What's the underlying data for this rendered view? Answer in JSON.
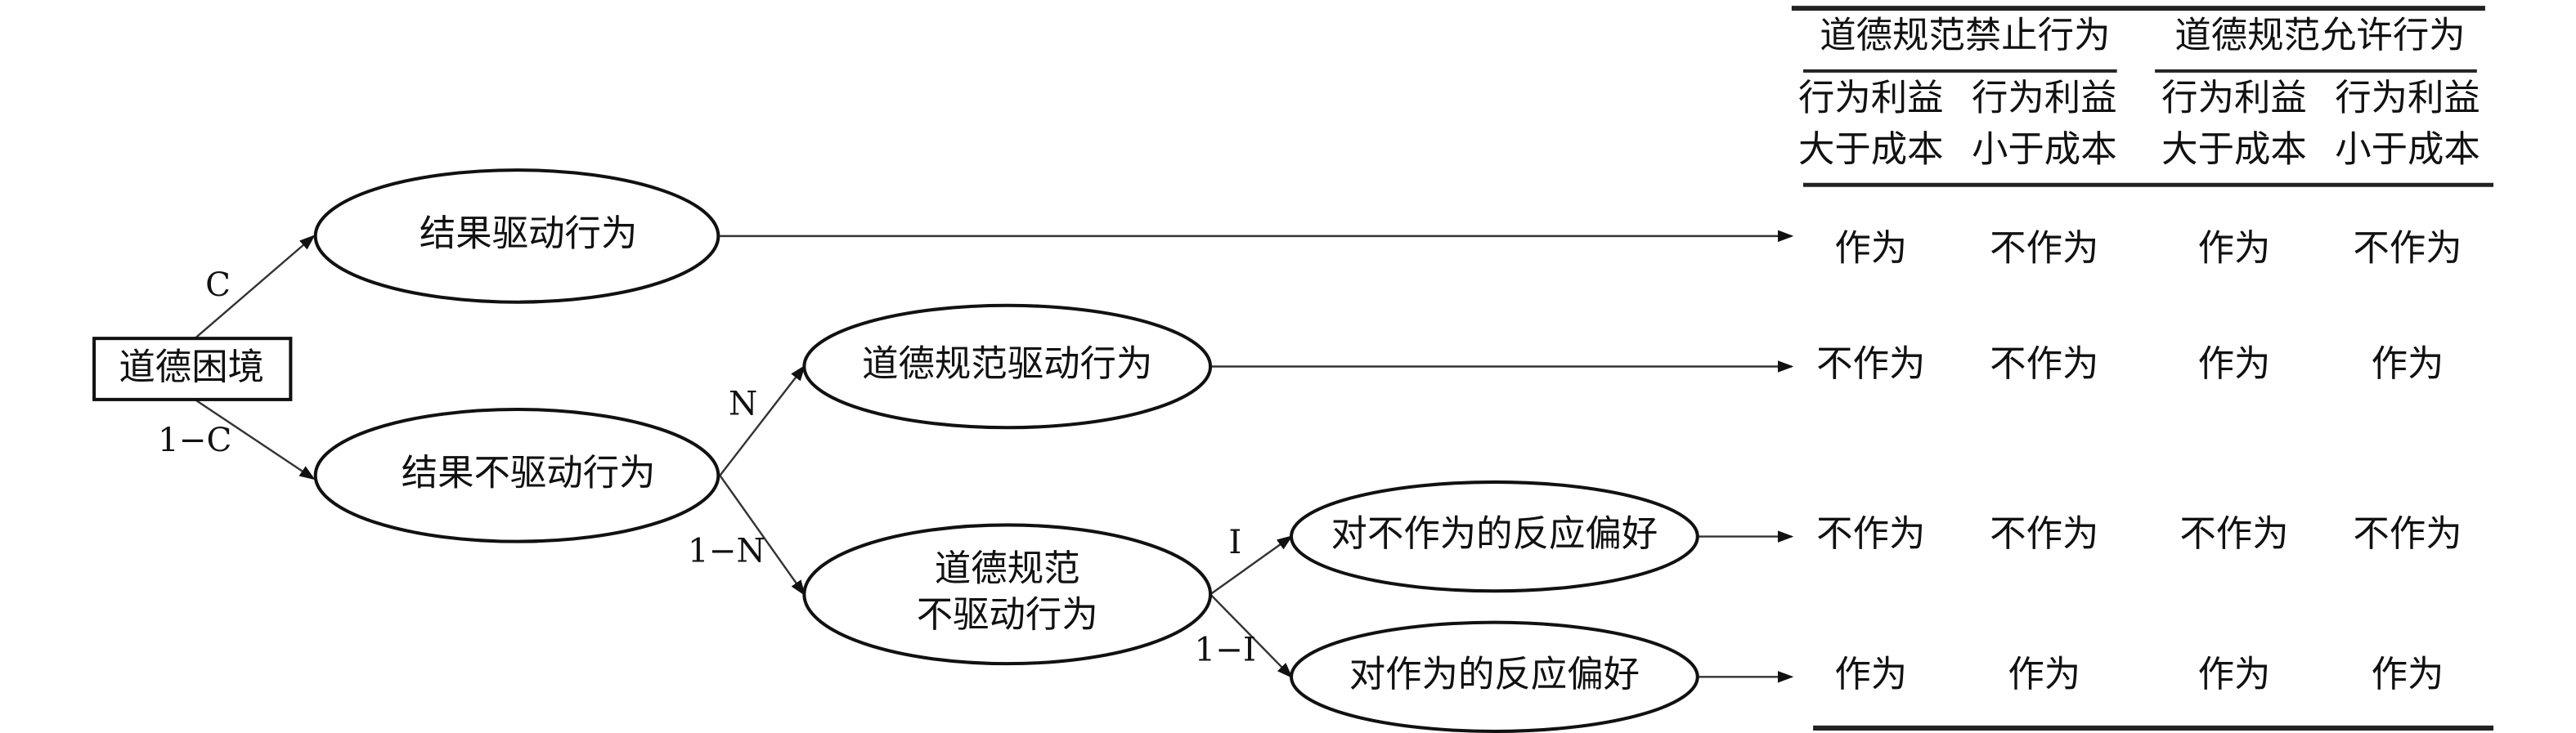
{
  "root": {
    "label": "道德困境"
  },
  "branches": {
    "c": "C",
    "one_minus_c": "1−C",
    "n": "N",
    "one_minus_n": "1−N",
    "i": "I",
    "one_minus_i": "1−I"
  },
  "nodes": {
    "consequence_driven": "结果驱动行为",
    "consequence_not_driven": "结果不驱动行为",
    "norm_driven": "道德规范驱动行为",
    "norm_not_driven_line1": "道德规范",
    "norm_not_driven_line2": "不驱动行为",
    "inaction_preference": "对不作为的反应偏好",
    "action_preference": "对作为的反应偏好"
  },
  "table": {
    "groups": [
      "道德规范禁止行为",
      "道德规范允许行为"
    ],
    "subheaders_line1": [
      "行为利益",
      "行为利益",
      "行为利益",
      "行为利益"
    ],
    "subheaders_line2": [
      "大于成本",
      "小于成本",
      "大于成本",
      "小于成本"
    ],
    "rows": [
      [
        "作为",
        "不作为",
        "作为",
        "不作为"
      ],
      [
        "不作为",
        "不作为",
        "作为",
        "作为"
      ],
      [
        "不作为",
        "不作为",
        "不作为",
        "不作为"
      ],
      [
        "作为",
        "作为",
        "作为",
        "作为"
      ]
    ]
  }
}
